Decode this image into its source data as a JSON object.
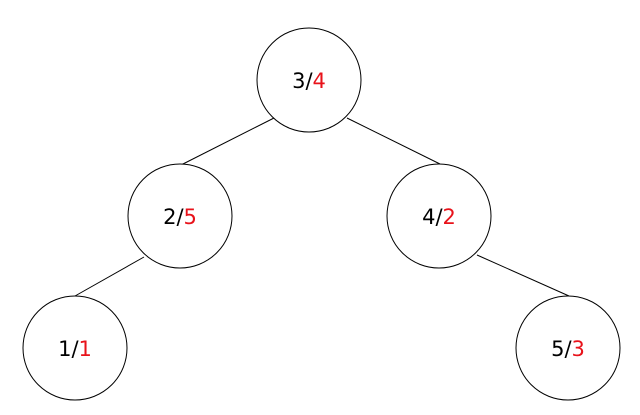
{
  "colors": {
    "primary_text": "#000000",
    "secondary_text": "#e8121a",
    "stroke": "#000000",
    "background": "#ffffff"
  },
  "nodes": [
    {
      "id": "n1",
      "left": "3",
      "sep": "/",
      "right": "4"
    },
    {
      "id": "n2",
      "left": "2",
      "sep": "/",
      "right": "5"
    },
    {
      "id": "n3",
      "left": "4",
      "sep": "/",
      "right": "2"
    },
    {
      "id": "n4",
      "left": "1",
      "sep": "/",
      "right": "1"
    },
    {
      "id": "n5",
      "left": "5",
      "sep": "/",
      "right": "3"
    }
  ],
  "edges": [
    {
      "from": "n1",
      "to": "n2"
    },
    {
      "from": "n1",
      "to": "n3"
    },
    {
      "from": "n2",
      "to": "n4"
    },
    {
      "from": "n3",
      "to": "n5"
    }
  ]
}
